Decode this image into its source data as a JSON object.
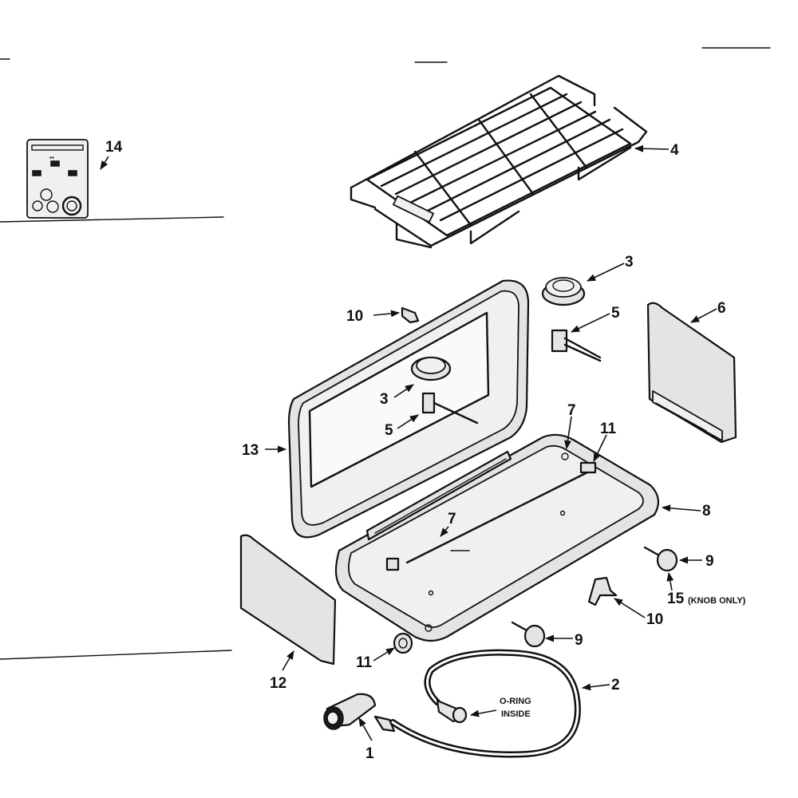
{
  "callouts": {
    "c1": "1",
    "c2": "2",
    "c3_top": "3",
    "c3_lid": "3",
    "c4": "4",
    "c5_top": "5",
    "c5_lid": "5",
    "c6": "6",
    "c7_top": "7",
    "c7_mid": "7",
    "c8": "8",
    "c9_right": "9",
    "c9_bottom": "9",
    "c10_top": "10",
    "c10_right": "10",
    "c11_top": "11",
    "c11_bottom": "11",
    "c12": "12",
    "c13": "13",
    "c14": "14",
    "c15": "15"
  },
  "notes": {
    "knob_only": "(KNOB ONLY)",
    "oring_line1": "O-RING",
    "oring_line2": "INSIDE"
  }
}
